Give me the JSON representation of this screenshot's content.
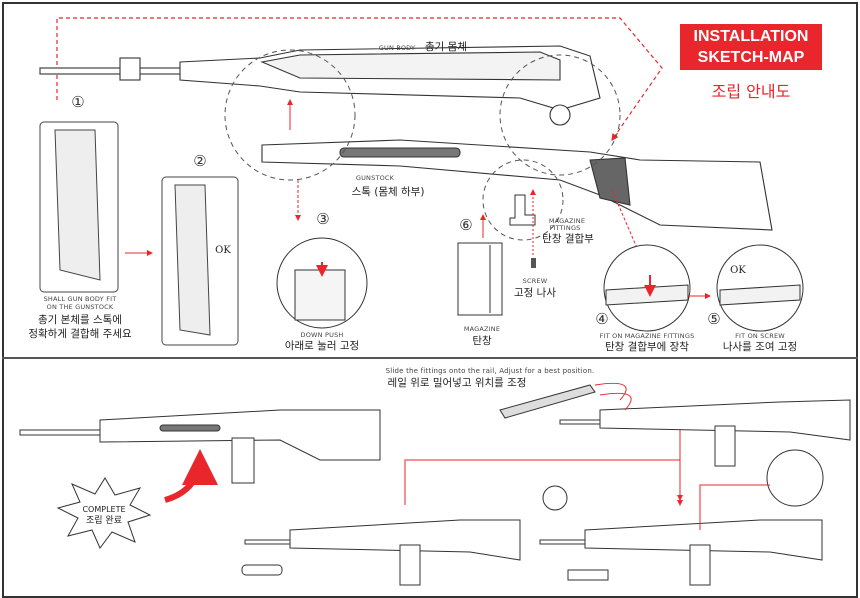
{
  "title": {
    "line1": "INSTALLATION",
    "line2": "SKETCH-MAP",
    "korean": "조립 안내도"
  },
  "colors": {
    "accent": "#e8262b",
    "line": "#333333"
  },
  "top": {
    "gun_body": {
      "en": "GUN BODY",
      "ko": "총기 몸체"
    },
    "gunstock": {
      "en": "GUNSTOCK",
      "ko": "스톡 (몸체 하부)"
    },
    "steps": [
      {
        "num": "①",
        "en1": "SHALL GUN BODY FIT",
        "en2": "ON THE GUNSTOCK",
        "ko1": "총기 본체를 스톡에",
        "ko2": "정확하게 결합해 주세요"
      },
      {
        "num": "②",
        "ok": "OK"
      },
      {
        "num": "③",
        "en": "DOWN PUSH",
        "ko": "아래로 눌러 고정"
      },
      {
        "num": "④",
        "en": "FIT ON MAGAZINE FITTINGS",
        "ko": "탄창 결합부에 장착"
      },
      {
        "num": "⑤",
        "en": "FIT ON SCREW",
        "ko": "나사를 조여 고정",
        "ok": "OK"
      },
      {
        "num": "⑥",
        "en": "MAGAZINE",
        "ko": "탄창"
      }
    ],
    "magazine_fittings": {
      "en1": "MAGAZINE",
      "en2": "FITTINGS",
      "ko": "탄창 결합부"
    },
    "screw": {
      "en": "SCREW",
      "ko": "고정 나사"
    }
  },
  "bottom": {
    "instruction_en": "Slide the fittings onto the rail, Adjust for a best position.",
    "instruction_ko": "레일 위로 밀어넣고 위치를 조정",
    "complete": {
      "en": "COMPLETE",
      "ko": "조립 완료"
    }
  }
}
